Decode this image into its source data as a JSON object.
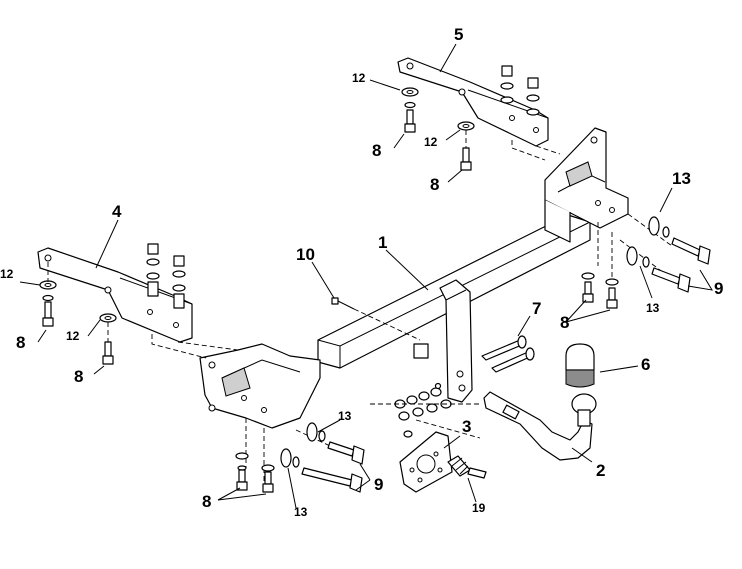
{
  "callouts": {
    "c1": "1",
    "c2": "2",
    "c3": "3",
    "c4": "4",
    "c5": "5",
    "c6": "6",
    "c7": "7",
    "c8a": "8",
    "c8b": "8",
    "c8c": "8",
    "c8d": "8",
    "c8e": "8",
    "c8f": "8",
    "c9a": "9",
    "c9b": "9",
    "c10": "10",
    "c12a": "12",
    "c12b": "12",
    "c12c": "12",
    "c12d": "12",
    "c13a": "13",
    "c13b": "13",
    "c13c": "13",
    "c13d": "13",
    "c19": "19"
  }
}
